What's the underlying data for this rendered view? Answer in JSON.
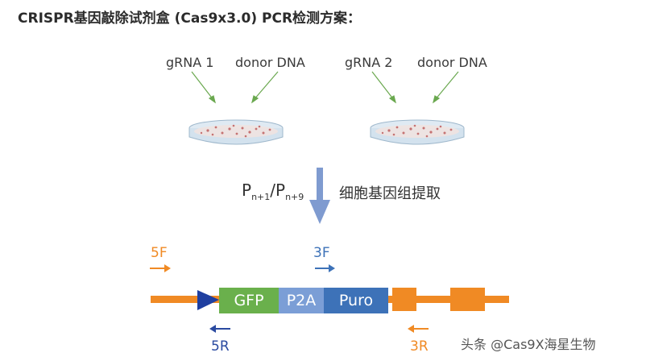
{
  "title": "CRISPR基因敲除试剂盒 (Cas9x3.0) PCR检测方案：",
  "dish_left": {
    "grna_label": "gRNA 1",
    "donor_label": "donor  DNA"
  },
  "dish_right": {
    "grna_label": "gRNA 2",
    "donor_label": "donor  DNA"
  },
  "passage": {
    "p": "P",
    "n1": "n+1",
    "slash": "/",
    "n9": "n+9"
  },
  "extract_label": "细胞基因组提取",
  "segments": {
    "gfp": "GFP",
    "p2a": "P2A",
    "puro": "Puro"
  },
  "primers": {
    "f5": "5F",
    "f3": "3F",
    "r5": "5R",
    "r3": "3R"
  },
  "watermark": "头条 @Cas9X海星生物",
  "colors": {
    "orange": "#f08a24",
    "green": "#6ab04c",
    "p2a": "#7b9ed6",
    "puro": "#3d72b8",
    "arrow_blue": "#7f9bd0",
    "triangle": "#1f3fa0",
    "leader_green": "#6aa84f"
  }
}
